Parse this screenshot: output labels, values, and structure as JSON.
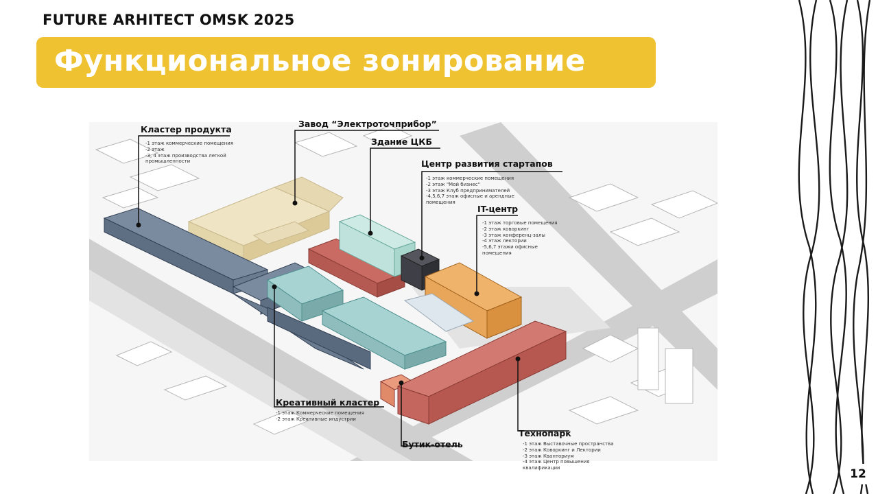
{
  "header": {
    "brand": "FUTURE ARHITECT OMSK 2025",
    "title": "Функциональное зонирование"
  },
  "page_number": "12",
  "zones": {
    "product_cluster": {
      "title": "Кластер продукта",
      "items": [
        "1 этаж коммерческие помещения",
        "2 этаж",
        "3, 4 этаж производства легкой промышленности"
      ]
    },
    "factory": {
      "title": "Завод “Электроточприбор”"
    },
    "ckb": {
      "title": "Здание ЦКБ"
    },
    "startup_center": {
      "title": "Центр развития стартапов",
      "items": [
        "1 этаж коммерческие помещения",
        "2 этаж \"Мой бизнес\"",
        "3 этаж Клуб предпринимателей",
        "4,5,6,7 этаж офисные и арендные помещения"
      ]
    },
    "it_center": {
      "title": "IT-центр",
      "items": [
        "1 этаж торговые помещения",
        "2 этаж коворкинг",
        "3 этаж конференц-залы",
        "4 этаж лектории",
        "5,6,7 этажи офисные помещения"
      ]
    },
    "creative_cluster": {
      "title": "Креативный кластер",
      "items": [
        "1 этаж Коммерческие помещения",
        "2 этаж Креативные индустрии"
      ]
    },
    "boutique_hotel": {
      "title": "Бутик-отель"
    },
    "technopark": {
      "title": "Технопарк",
      "items": [
        "1 этаж Выставочные пространства",
        "2 этаж Коворкинг и Лектории",
        "3 этаж Кванториум",
        "4 этаж Центр повышения квалификации"
      ]
    }
  },
  "colors": {
    "accent": "#efc232",
    "product_cluster": "#6e7f93",
    "factory": "#efe4c3",
    "ckb": "#bfe3dc",
    "startup_center": "#3f3f47",
    "it_center": "#e8a65a",
    "creative_cluster": "#8fbdbd",
    "boutique_hotel": "#e08a6a",
    "technopark": "#c4665e",
    "red_block": "#c96b63"
  }
}
